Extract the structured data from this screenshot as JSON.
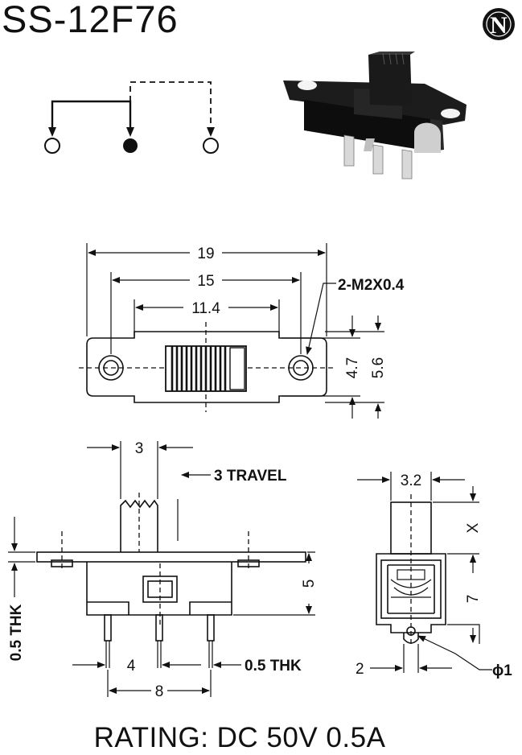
{
  "title": "SS-12F76",
  "logo": {
    "letter": "N"
  },
  "rating": "RATING: DC 50V 0.5A",
  "top_view": {
    "dim_overall": "19",
    "dim_hole_pitch": "15",
    "dim_body": "11.4",
    "mount_hole": "2-M2X0.4",
    "dim_body_height": "4.7",
    "dim_plate_height": "5.6"
  },
  "side_view": {
    "dim_actuator_width": "3",
    "travel": "3 TRAVEL",
    "dim_plate_thk": "0.5 THK",
    "dim_body_height": "5",
    "dim_pin_pitch": "4",
    "dim_pin_span": "8",
    "dim_pin_thk": "0.5 THK"
  },
  "end_view": {
    "dim_actuator_width": "3.2",
    "dim_actuator_height": "X",
    "dim_body_height": "7",
    "dim_pin_width": "2",
    "dim_hole": "ϕ1"
  }
}
